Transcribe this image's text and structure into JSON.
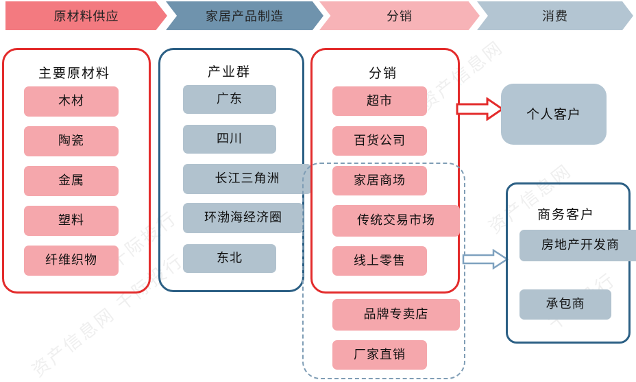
{
  "chain": [
    "原材料供应",
    "家居产品制造",
    "分销",
    "消费"
  ],
  "colors": {
    "step_red": "#f37a80",
    "step_blue": "#6f93ad",
    "step_pink": "#f7b3b7",
    "step_lightblue": "#b3c5d2",
    "pink_item": "#f5a7ac",
    "gray_item": "#b1c2ce",
    "red_border": "#e32b2b",
    "blue_border": "#2b5f84"
  },
  "raw_materials": {
    "title": "主要原材料",
    "items": [
      "木材",
      "陶瓷",
      "金属",
      "塑料",
      "纤维织物"
    ]
  },
  "clusters": {
    "title": "产业群",
    "items": [
      "广东",
      "四川",
      "长江三角洲",
      "环渤海经济圈",
      "东北"
    ]
  },
  "distribution": {
    "title": "分销",
    "items": [
      "超市",
      "百货公司",
      "家居商场",
      "传统交易市场",
      "线上零售",
      "品牌专卖店",
      "厂家直销"
    ]
  },
  "consumers": {
    "individual": "个人客户",
    "business": {
      "title": "商务客户",
      "items": [
        "房地产开发商",
        "承包商"
      ]
    }
  },
  "watermarks": [
    "资产信息网",
    "千际投行",
    "资产信息网 千际投行"
  ]
}
